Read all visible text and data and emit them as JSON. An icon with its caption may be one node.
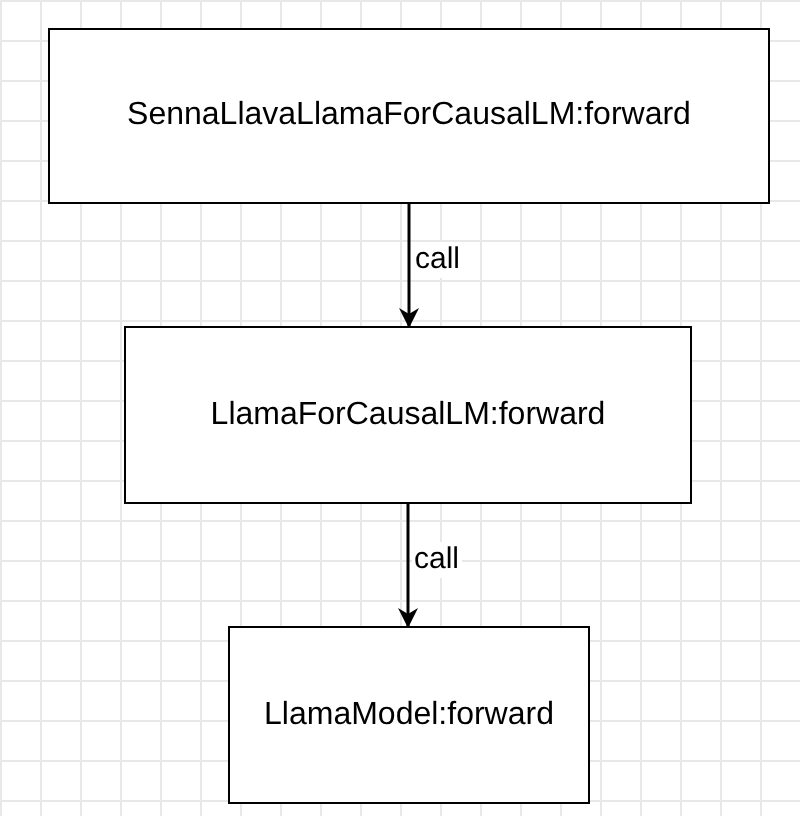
{
  "diagram": {
    "nodes": [
      {
        "text": [
          "SennaLlavaLlamaForCausalLM:forward"
        ]
      },
      {
        "text": [
          "LlamaForCausalLM:forward"
        ]
      },
      {
        "text": [
          "LlamaModel:forward"
        ]
      }
    ],
    "edges": [
      {
        "from": 0,
        "to": 1,
        "arrow": "to",
        "label": "call"
      },
      {
        "from": 1,
        "to": 2,
        "arrow": "to",
        "label": "call"
      }
    ]
  }
}
